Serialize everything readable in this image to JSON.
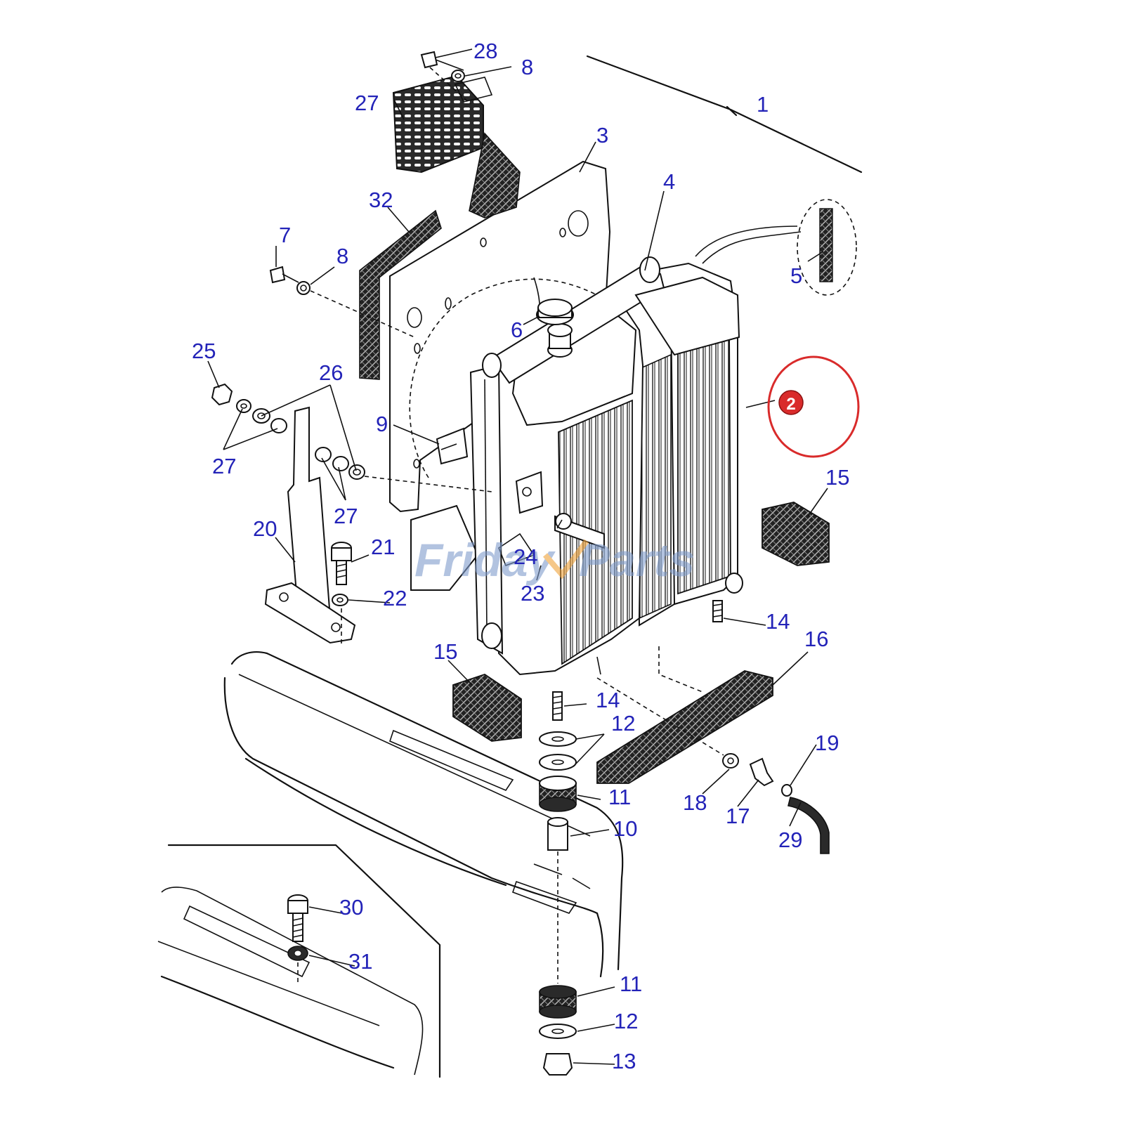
{
  "colors": {
    "callout_text": "#2323b8",
    "line": "#111111",
    "highlight": "#d92b2b",
    "watermark_blue": "#7f9ccc",
    "watermark_orange": "#f0a23a"
  },
  "watermark": {
    "part1": "Friday",
    "part2": "Parts"
  },
  "highlight_callout": "2",
  "callouts": {
    "c28": "28",
    "c8a": "8",
    "c27a": "27",
    "c1": "1",
    "c3": "3",
    "c4": "4",
    "c32": "32",
    "c7": "7",
    "c8b": "8",
    "c5": "5",
    "c6": "6",
    "c25": "25",
    "c26": "26",
    "c9": "9",
    "c27b": "27",
    "c27c": "27",
    "c15a": "15",
    "c20": "20",
    "c21": "21",
    "c24": "24",
    "c23": "23",
    "c22": "22",
    "c14a": "14",
    "c16": "16",
    "c15b": "15",
    "c14b": "14",
    "c12a": "12",
    "c19": "19",
    "c11a": "11",
    "c18": "18",
    "c17": "17",
    "c10": "10",
    "c29": "29",
    "c30": "30",
    "c31": "31",
    "c11b": "11",
    "c12b": "12",
    "c13": "13"
  }
}
